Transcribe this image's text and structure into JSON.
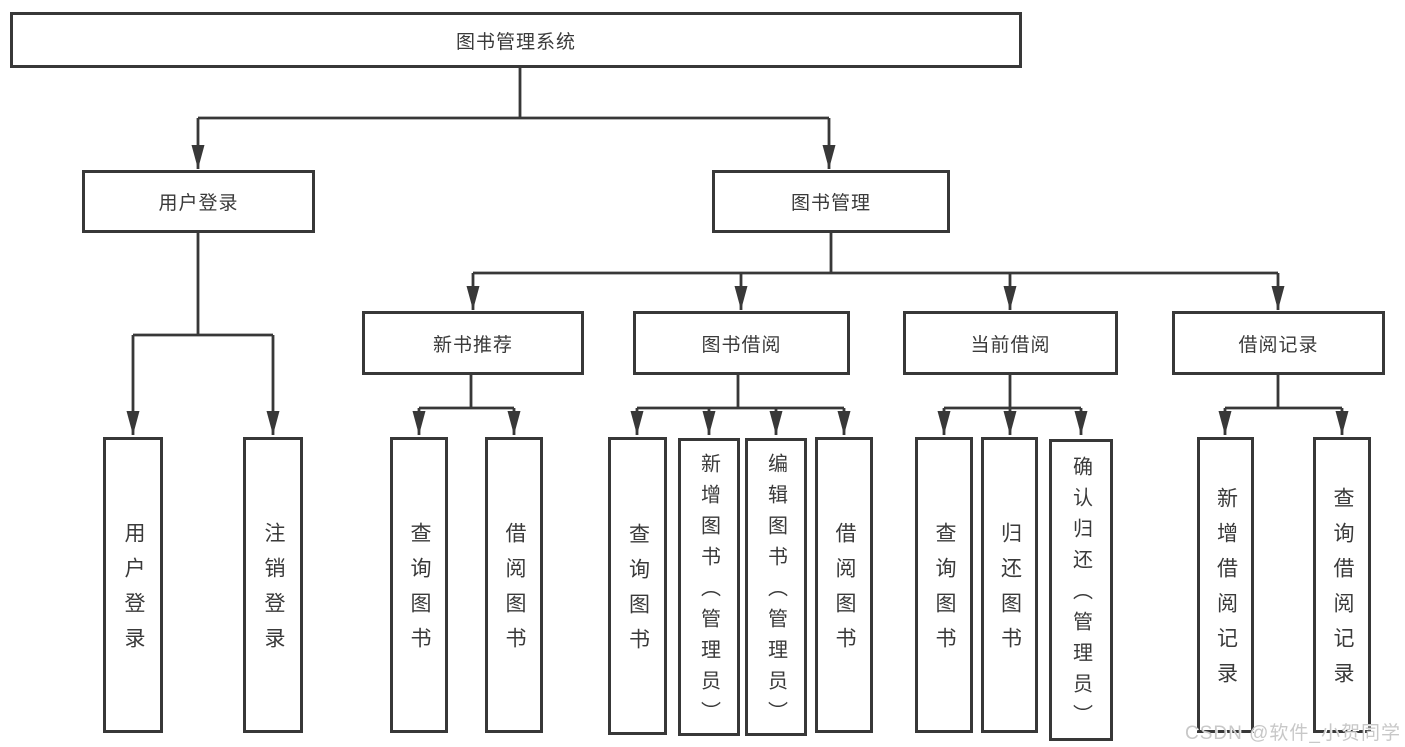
{
  "colors": {
    "line": "#383838",
    "text": "#3a3a3a",
    "background": "#ffffff",
    "watermark": "#c8c8c8"
  },
  "tree": {
    "label": "图书管理系统",
    "children": [
      {
        "label": "用户登录",
        "children": [
          {
            "label": "用户登录"
          },
          {
            "label": "注销登录"
          }
        ]
      },
      {
        "label": "图书管理",
        "children": [
          {
            "label": "新书推荐",
            "children": [
              {
                "label": "查询图书"
              },
              {
                "label": "借阅图书"
              }
            ]
          },
          {
            "label": "图书借阅",
            "children": [
              {
                "label": "查询图书"
              },
              {
                "label": "新增图书（管理员）"
              },
              {
                "label": "编辑图书（管理员）"
              },
              {
                "label": "借阅图书"
              }
            ]
          },
          {
            "label": "当前借阅",
            "children": [
              {
                "label": "查询图书"
              },
              {
                "label": "归还图书"
              },
              {
                "label": "确认归还（管理员）"
              }
            ]
          },
          {
            "label": "借阅记录",
            "children": [
              {
                "label": "新增借阅记录"
              },
              {
                "label": "查询借阅记录"
              }
            ]
          }
        ]
      }
    ]
  },
  "watermark": {
    "text": "CSDN @软件_小贺同学"
  }
}
